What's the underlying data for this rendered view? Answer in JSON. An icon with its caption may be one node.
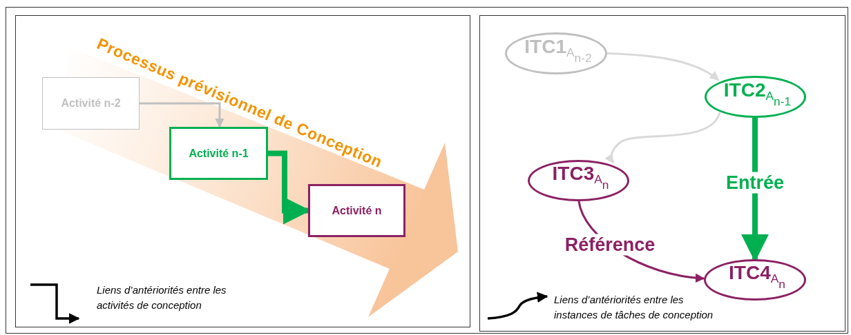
{
  "diagram": {
    "nodes": [
      {
        "text": [
          "Activité n-2"
        ]
      },
      {
        "text": [
          "Activité n-1"
        ]
      },
      {
        "text": [
          "Activité n"
        ]
      },
      {
        "text": [
          "ITC1$_{A}$$_{n-2}$"
        ]
      },
      {
        "text": [
          "ITC2$_{A}$$_{n-1}$"
        ]
      },
      {
        "text": [
          "ITC3$_{A}$$_{n}$"
        ]
      },
      {
        "text": [
          "ITC4$_{A}$$_{n}$"
        ]
      }
    ],
    "edges": [
      {
        "from": 0,
        "to": 1,
        "arrow": "to",
        "color": "#bfbfbf"
      },
      {
        "from": 1,
        "to": 2,
        "arrow": "to",
        "style": "thick",
        "color": "#00b050"
      },
      {
        "from": 3,
        "to": 4,
        "arrow": "to",
        "color": "#d9d9d9"
      },
      {
        "from": 4,
        "to": 5,
        "arrow": "to",
        "color": "#d9d9d9"
      },
      {
        "from": 4,
        "to": 6,
        "arrow": "to",
        "style": "thick",
        "color": "#00b050",
        "label": "Entrée"
      },
      {
        "from": 5,
        "to": 6,
        "arrow": "to",
        "color": "#8b2163",
        "label": "Référence"
      }
    ],
    "labels": [
      "Processus prévisionnel de Conception"
    ],
    "legend": [
      {
        "text": "Liens d’antériorités entre les activités de conception"
      },
      {
        "text": "Liens d’antériorités entre les instances de tâches de conception"
      }
    ]
  }
}
